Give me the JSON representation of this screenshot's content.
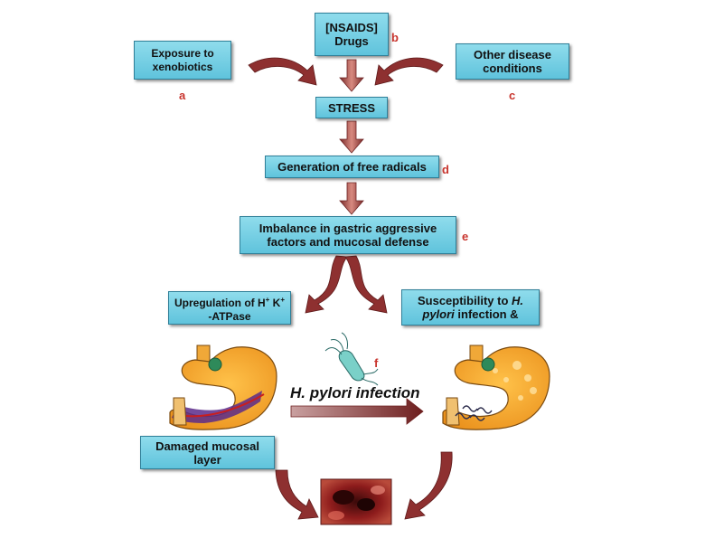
{
  "boxes": {
    "drugs": {
      "line1": "[NSAIDS]",
      "line2": "Drugs"
    },
    "xenobiotics": {
      "line1": "Exposure to",
      "line2": "xenobiotics"
    },
    "other": {
      "line1": "Other disease",
      "line2": "conditions"
    },
    "stress": "STRESS",
    "radicals": "Generation of free radicals",
    "imbalance": {
      "line1": "Imbalance in gastric aggressive",
      "line2": "factors and mucosal defense"
    },
    "upregulation": {
      "line1_pre": "Upregulation of H",
      "sup1": "+",
      "mid": " K",
      "sup2": "+",
      "line2": "-ATPase"
    },
    "susceptibility": {
      "line1_pre": "Susceptibility to ",
      "line1_italic": "H.",
      "line2_italic": "pylori",
      "line2_post": " infection &"
    },
    "damaged": {
      "line1": "Damaged mucosal",
      "line2": "layer"
    }
  },
  "letters": {
    "a": "a",
    "b": "b",
    "c": "c",
    "d": "d",
    "e": "e",
    "f": "f"
  },
  "hpylori_label": "H. pylori infection",
  "colors": {
    "box": "#6fcfe3",
    "arrow": "#9b3a3a",
    "letter": "#c8342d",
    "stomach": "#f4a52a"
  }
}
